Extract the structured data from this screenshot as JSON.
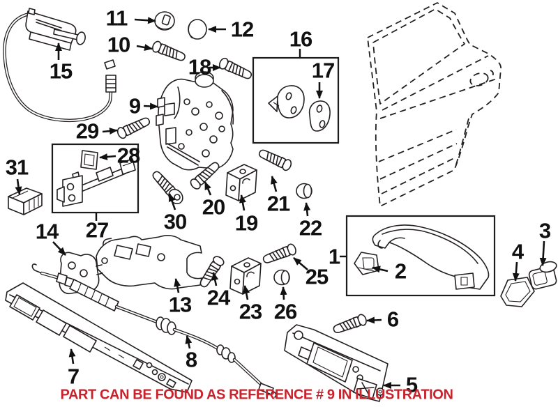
{
  "diagram": {
    "type": "exploded-parts-diagram",
    "subject": "rear-door-lock-and-handle-assembly",
    "colors": {
      "background": "#ffffff",
      "line": "#231f20",
      "callout": "#111111",
      "footer_red": "#c8232c"
    },
    "footer": {
      "text": "PART CAN BE FOUND AS REFERENCE # 9 IN ILLUSTRATION"
    },
    "callouts": [
      {
        "num": "1"
      },
      {
        "num": "2"
      },
      {
        "num": "3"
      },
      {
        "num": "4"
      },
      {
        "num": "5"
      },
      {
        "num": "6"
      },
      {
        "num": "7"
      },
      {
        "num": "8"
      },
      {
        "num": "9"
      },
      {
        "num": "10"
      },
      {
        "num": "11"
      },
      {
        "num": "12"
      },
      {
        "num": "13"
      },
      {
        "num": "14"
      },
      {
        "num": "15"
      },
      {
        "num": "16"
      },
      {
        "num": "17"
      },
      {
        "num": "18"
      },
      {
        "num": "19"
      },
      {
        "num": "20"
      },
      {
        "num": "21"
      },
      {
        "num": "22"
      },
      {
        "num": "23"
      },
      {
        "num": "24"
      },
      {
        "num": "25"
      },
      {
        "num": "26"
      },
      {
        "num": "27"
      },
      {
        "num": "28"
      },
      {
        "num": "29"
      },
      {
        "num": "30"
      },
      {
        "num": "31"
      }
    ]
  }
}
